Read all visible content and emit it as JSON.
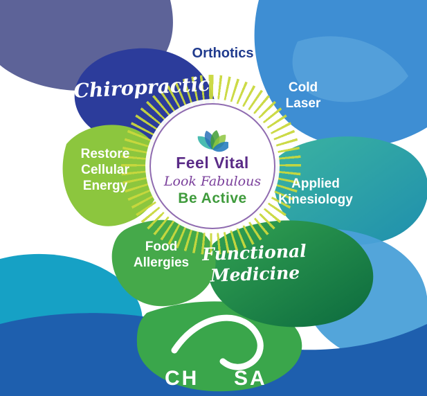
{
  "diagram": {
    "center": {
      "line1": "Feel Vital",
      "line2": "Look Fabulous",
      "line3": "Be Active"
    },
    "petals": {
      "orthotics": "Orthotics",
      "chiropractic": "Chiropractic",
      "cold_laser": "Cold Laser",
      "applied_kinesiology": "Applied Kinesiology",
      "restore": "Restore Cellular Energy",
      "food_allergies": "Food Allergies",
      "functional_medicine": "Functional Medicine"
    },
    "bottom": {
      "fragment_left": "CH",
      "fragment_right": "SA"
    },
    "palette": {
      "indigo": "#5d6398",
      "royal_blue": "#2c3c9b",
      "azure": "#3e8ed3",
      "teal": "#2aa3a0",
      "dark_green": "#0c6a3e",
      "green": "#45a94a",
      "lime": "#8cc63e",
      "ray_yellow_green": "#c9d83d",
      "deep_blue": "#1e5fae",
      "cyan_teal": "#16a1c5",
      "purple_text": "#5a2b87",
      "green_text": "#3f9b3c"
    }
  }
}
